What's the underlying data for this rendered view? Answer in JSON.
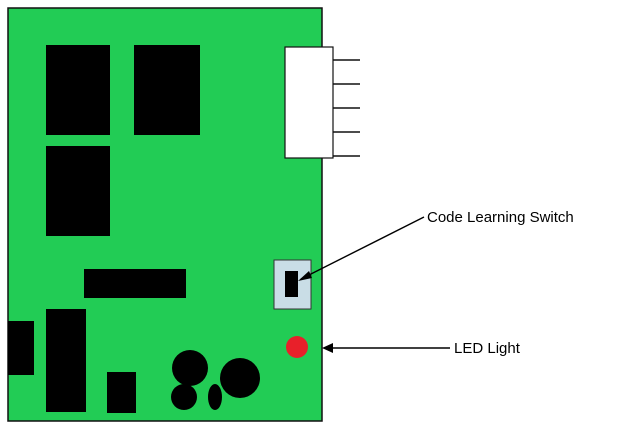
{
  "colors": {
    "board": "#22cc55",
    "board_outline": "#111111",
    "component": "#000000",
    "connector": "#ffffff",
    "switch_housing": "#c9dde6",
    "led": "#e8202a",
    "text": "#000000"
  },
  "callouts": {
    "code_learning_switch": "Code Learning Switch",
    "led_light": "LED Light"
  },
  "parts": [
    "circuit-board",
    "ic-chip",
    "pin-connector",
    "code-learning-switch",
    "led-light",
    "capacitor"
  ]
}
